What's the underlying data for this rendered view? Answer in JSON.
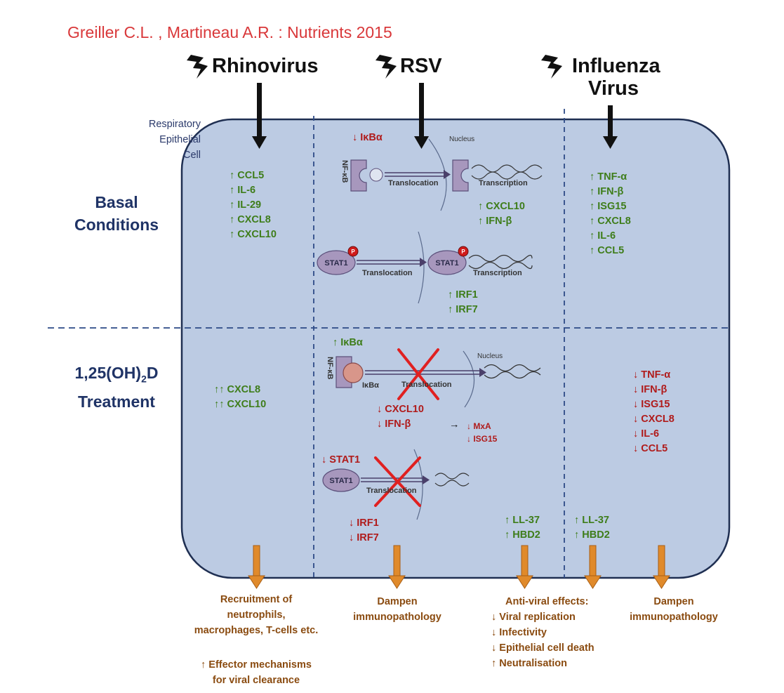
{
  "citation": "Greiller C.L. , Martineau A.R. : Nutrients 2015",
  "viruses": {
    "rhinovirus": "Rhinovirus",
    "rsv": "RSV",
    "influenza_line1": "Influenza",
    "influenza_line2": "Virus"
  },
  "cell_label": [
    "Respiratory",
    "Epithelial",
    "Cell"
  ],
  "conditions": {
    "basal": [
      "Basal",
      "Conditions"
    ],
    "treatment_prefix": "1,25(OH)",
    "treatment_sub": "2",
    "treatment_suffix": "D",
    "treatment_line2": "Treatment"
  },
  "basal": {
    "rhinovirus": [
      "↑ CCL5",
      "↑ IL-6",
      "↑ IL-29",
      "↑ CXCL8",
      "↑ CXCL10"
    ],
    "rsv_ikba": "↓ IκBα",
    "rsv_nfkb_outputs": [
      "↑ CXCL10",
      "↑ IFN-β"
    ],
    "rsv_stat1_outputs": [
      "↑ IRF1",
      "↑ IRF7"
    ],
    "influenza": [
      "↑ TNF-α",
      "↑ IFN-β",
      "↑ ISG15",
      "↑ CXCL8",
      "↑ IL-6",
      "↑ CCL5"
    ]
  },
  "treatment": {
    "rhinovirus": [
      "↑↑ CXCL8",
      "↑↑ CXCL10"
    ],
    "rsv_ikba": "↑ IκBα",
    "rsv_outputs": [
      "↓ CXCL10",
      "↓ IFN-β"
    ],
    "rsv_arrow": "→",
    "rsv_downstream": [
      "↓ MxA",
      "↓ ISG15"
    ],
    "rsv_stat1": "↓ STAT1",
    "rsv_irf": [
      "↓ IRF1",
      "↓ IRF7"
    ],
    "rsv_peptides": [
      "↑ LL-37",
      "↑ HBD2"
    ],
    "influenza_peptides": [
      "↑ LL-37",
      "↑ HBD2"
    ],
    "influenza": [
      "↓ TNF-α",
      "↓ IFN-β",
      "↓ ISG15",
      "↓ CXCL8",
      "↓ IL-6",
      "↓ CCL5"
    ]
  },
  "pathway": {
    "nucleus": "Nucleus",
    "nfkb": "NF-κB",
    "translocation": "Translocation",
    "transcription": "Transcription",
    "stat1": "STAT1",
    "p": "P",
    "ikba": "IκBα"
  },
  "outcomes": {
    "recruitment": [
      "Recruitment of",
      "neutrophils,",
      "macrophages, T-cells etc."
    ],
    "effector": [
      "↑ Effector mechanisms",
      "for viral clearance"
    ],
    "dampen_rsv": [
      "Dampen",
      "immunopathology"
    ],
    "antiviral": [
      "Anti-viral effects:",
      "↓ Viral replication",
      "↓ Infectivity",
      "↓ Epithelial cell death",
      "↑ Neutralisation"
    ],
    "dampen_flu": [
      "Dampen",
      "immunopathology"
    ]
  },
  "colors": {
    "cell_fill": "#bccbe3",
    "cell_stroke": "#1f2f52",
    "up_green": "#3e7d1a",
    "down_red": "#b01b1b",
    "outcome_brown": "#8a4b10",
    "orange_arrow": "#e08a2b",
    "purple_molecule": "#a797bd",
    "cross_red": "#e02020"
  },
  "icons": [
    "lightning-bolt-icon",
    "down-arrow-icon",
    "dna-helix-icon",
    "red-cross-icon"
  ]
}
